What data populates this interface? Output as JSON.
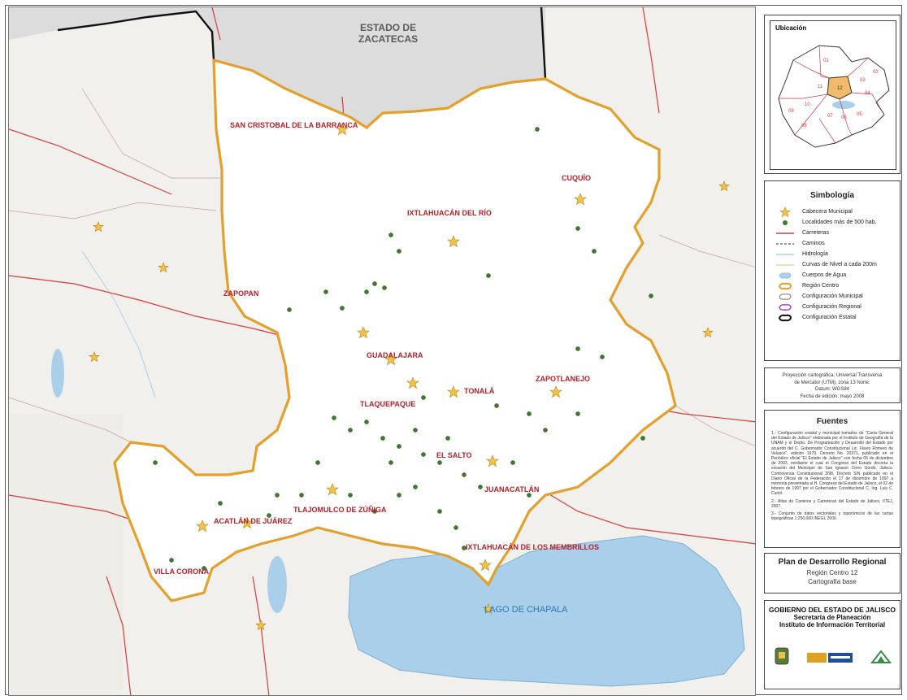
{
  "map": {
    "state_label": [
      "ESTADO DE",
      "ZACATECAS"
    ],
    "lake_label": "LAGO DE CHAPALA",
    "municipalities": [
      {
        "name": "SAN CRISTOBAL DE LA BARRANCA"
      },
      {
        "name": "CUQUÍO"
      },
      {
        "name": "IXTLAHUACÁN DEL RÍO"
      },
      {
        "name": "ZAPOPAN"
      },
      {
        "name": "GUADALAJARA"
      },
      {
        "name": "ZAPOTLANEJO"
      },
      {
        "name": "TONALÁ"
      },
      {
        "name": "TLAQUEPAQUE"
      },
      {
        "name": "EL SALTO"
      },
      {
        "name": "JUANACATLÁN"
      },
      {
        "name": "TLAJOMULCO DE ZÚÑIGA"
      },
      {
        "name": "ACATLÁN DE JUÁREZ"
      },
      {
        "name": "VILLA CORONA"
      },
      {
        "name": "IXTLAHUACÁN DE LOS MEMBRILLOS"
      }
    ],
    "colors": {
      "region_border": "#e3a02c",
      "state_border": "#111111",
      "roads": "#d63c3c",
      "water": "#a9cfea",
      "outside": "#f1f0ec",
      "zacatecas": "#dddddd"
    }
  },
  "location": {
    "title": "Ubicación",
    "regions": [
      "01",
      "02",
      "03",
      "04",
      "05",
      "06",
      "07",
      "08",
      "09",
      "10",
      "11",
      "12"
    ],
    "highlight": "12"
  },
  "legend": {
    "title": "Simbología",
    "items": [
      {
        "label": "Cabecera Municipal",
        "icon": "star-icon"
      },
      {
        "label": "Localidades más de 500 hab.",
        "icon": "dot-icon"
      },
      {
        "label": "Carreteras",
        "icon": "road-line-icon"
      },
      {
        "label": "Caminos",
        "icon": "dashed-line-icon"
      },
      {
        "label": "Hidrología",
        "icon": "water-line-icon"
      },
      {
        "label": "Curvas de Nivel a cada 200m",
        "icon": "contour-line-icon"
      },
      {
        "label": "Cuerpos de Agua",
        "icon": "water-body-icon"
      },
      {
        "label": "Región Centro",
        "icon": "region-outline-icon"
      },
      {
        "label": "Configuración Municipal",
        "icon": "municipal-outline-icon"
      },
      {
        "label": "Configuración Regional",
        "icon": "regional-outline-icon"
      },
      {
        "label": "Configuración Estatal",
        "icon": "state-outline-icon"
      }
    ]
  },
  "projection": {
    "lines": [
      "Proyección cartográfica: Universal Transversa",
      "de Mercator (UTM), zona 13 Norte.",
      "Datum: WGS84",
      "Fecha de edición: mayo 2008"
    ]
  },
  "sources": {
    "title": "Fuentes",
    "items": [
      "1.- Configuración estatal y municipal tomados de \"Carta General del Estado de Jalisco\" elaborada por el Instituto de Geografía de la UNAM y el Depto. De Programación y Desarrollo del Estado por acuerdo del C. Gobernador Constitucional Lic. Flavio Romero de Velasco\", edición 1979. Decreto No. 20371, publicado en el Periódico oficial \"El Estado de Jalisco\" con fecha 05 de diciembre de 2003, mediante el cual el Congreso del Estado decreta la creación del Municipio de San Ignacio Cerro Gordo, Jalisco. Controversia Constitucional 3/98, Decreto S/N publicado en el Diario Oficial de la Federación el 17 de diciembre de 1997 a memoria presentada al H. Congreso del Estado de Jalisco, el 02 de febrero de 1997 por el Gobernador Constitucional C. Ing. Luis C. Curiel.",
      "2.- Atlas de Caminos y Carreteras del Estado de Jalisco, IITEJ, 2007.",
      "3.- Conjunto de datos vectoriales y toponímicos de las cartas topográficas 1:250,000 INEGI, 2000."
    ]
  },
  "plan": {
    "title": "Plan de Desarrollo Regional",
    "region": "Región Centro 12",
    "subtitle": "Cartografía base"
  },
  "government": {
    "line1": "GOBIERNO DEL ESTADO DE JALISCO",
    "line2": "Secretaría de Planeación",
    "line3": "Instituto de Información Territorial"
  }
}
